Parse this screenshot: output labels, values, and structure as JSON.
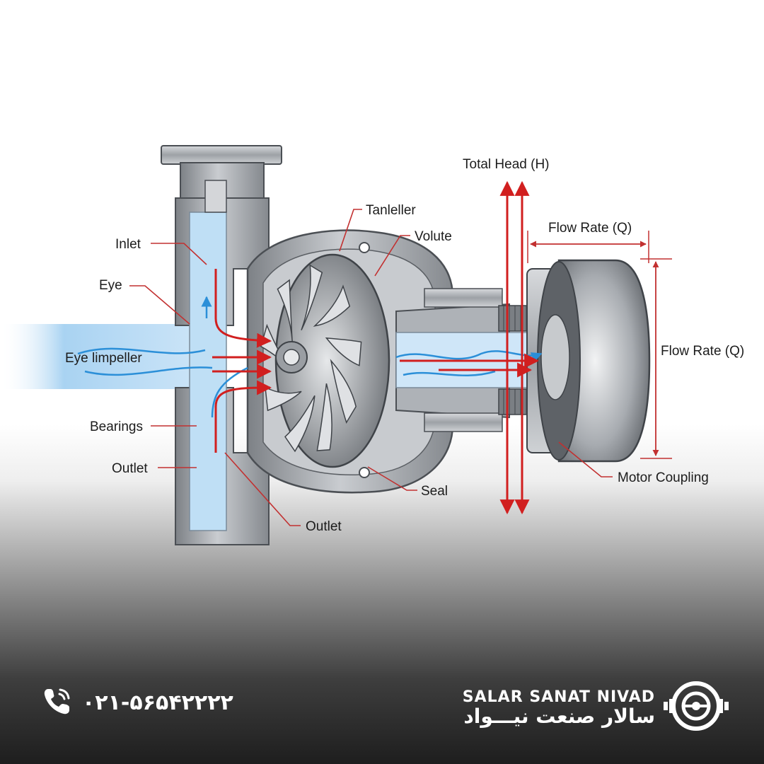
{
  "labels": {
    "inlet": "Inlet",
    "eye": "Eye",
    "eye_impeller": "Eye limpeller",
    "bearings": "Bearings",
    "outlet_left": "Outlet",
    "outlet_bottom": "Outlet",
    "tanleller": "Tanleller",
    "volute": "Volute",
    "seal": "Seal",
    "total_head": "Total Head (H)",
    "flow_rate_top": "Flow Rate (Q)",
    "flow_rate_right": "Flow Rate (Q)",
    "motor_coupling": "Motor Coupling"
  },
  "footer": {
    "phone": "۰۲۱-۵۶۵۴۲۲۲۲",
    "brand_en": "SALAR SANAT NIVAD",
    "brand_fa": "سالار صنعت نیـــواد"
  },
  "icons": [
    "phone-icon",
    "gear-logo-icon",
    "arrow-icon"
  ],
  "colors": {
    "flow_arrow": "#d11f1f",
    "water": "#8fc6ee",
    "metal": "#9a9ea3",
    "leader_line": "#c23030"
  }
}
